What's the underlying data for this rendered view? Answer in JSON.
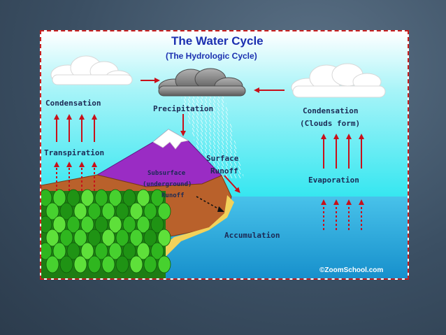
{
  "title": "The Water Cycle",
  "subtitle": "(The Hydrologic Cycle)",
  "labels": {
    "condensation_left": "Condensation",
    "precipitation": "Precipitation",
    "condensation_right": "Condensation",
    "clouds_form": "(Clouds form)",
    "transpiration": "Transpiration",
    "surface": "Surface",
    "runoff": "Runoff",
    "subsurface": "Subsurface",
    "underground": "(underground)",
    "subsurface_runoff": "Runoff",
    "evaporation": "Evaporation",
    "accumulation": "Accumulation",
    "credit": "©ZoomSchool.com"
  },
  "colors": {
    "sky": "#33e6f0",
    "ocean": "#1fa8d8",
    "mountain": "#9a2cc4",
    "soil": "#b9612b",
    "snow": "#ffffff",
    "cloud_dark": "#808080",
    "tree": "#2fb61f",
    "sand": "#f2d25a",
    "arrow": "#c8101a",
    "title_text": "#1b2fb0",
    "label_text": "#1c2a55",
    "frame_border": "#c81e1e"
  }
}
